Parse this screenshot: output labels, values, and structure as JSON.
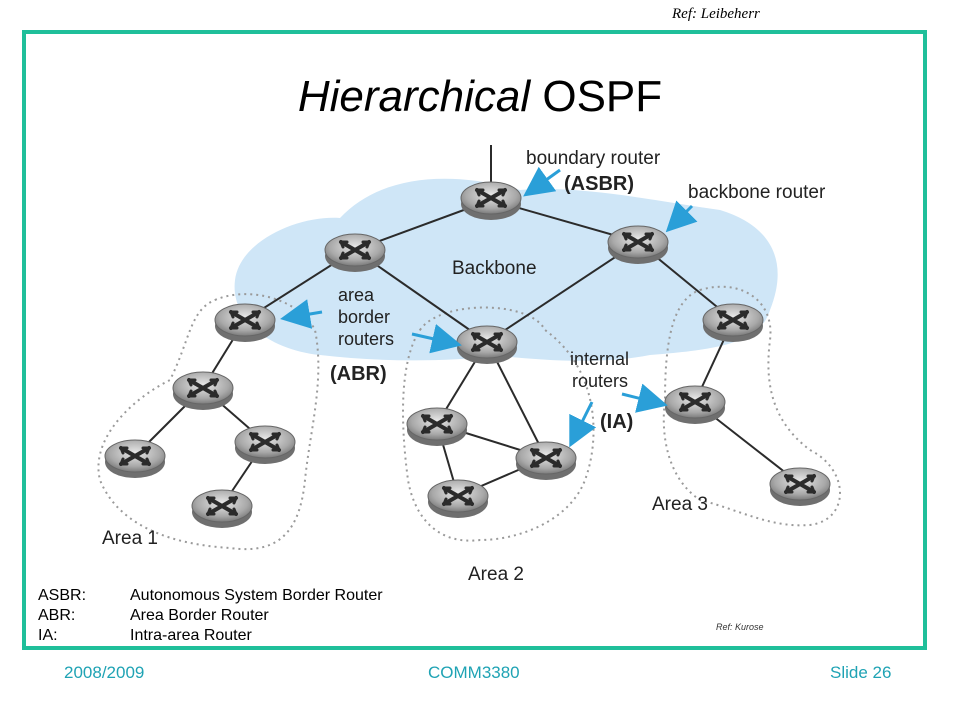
{
  "ref_top": "Ref: Leibeherr",
  "title": {
    "italic": "Hierarchical",
    "plain": "OSPF"
  },
  "diagram": {
    "labels": {
      "boundary_router": "boundary router",
      "backbone_router": "backbone router",
      "backbone": "Backbone",
      "area_border_routers": [
        "area",
        "border",
        "routers"
      ],
      "internal_routers": [
        "internal",
        "routers"
      ],
      "area1": "Area 1",
      "area2": "Area 2",
      "area3": "Area 3"
    },
    "tags": {
      "asbr": "(ASBR)",
      "abr": "(ABR)",
      "ia": "(IA)"
    },
    "colors": {
      "backbone_fill": "#cfe6f7",
      "arrow": "#2a9fd8",
      "frame": "#1fbf9a",
      "footer": "#1fa3b4"
    }
  },
  "legend": [
    {
      "abbr": "ASBR:",
      "full": "Autonomous System Border Router"
    },
    {
      "abbr": "ABR:",
      "full": "Area Border Router"
    },
    {
      "abbr": "IA:",
      "full": "Intra-area Router"
    }
  ],
  "ref_kurose": "Ref: Kurose",
  "footer": {
    "left": "2008/2009",
    "center": "COMM3380",
    "right": "Slide 26"
  }
}
